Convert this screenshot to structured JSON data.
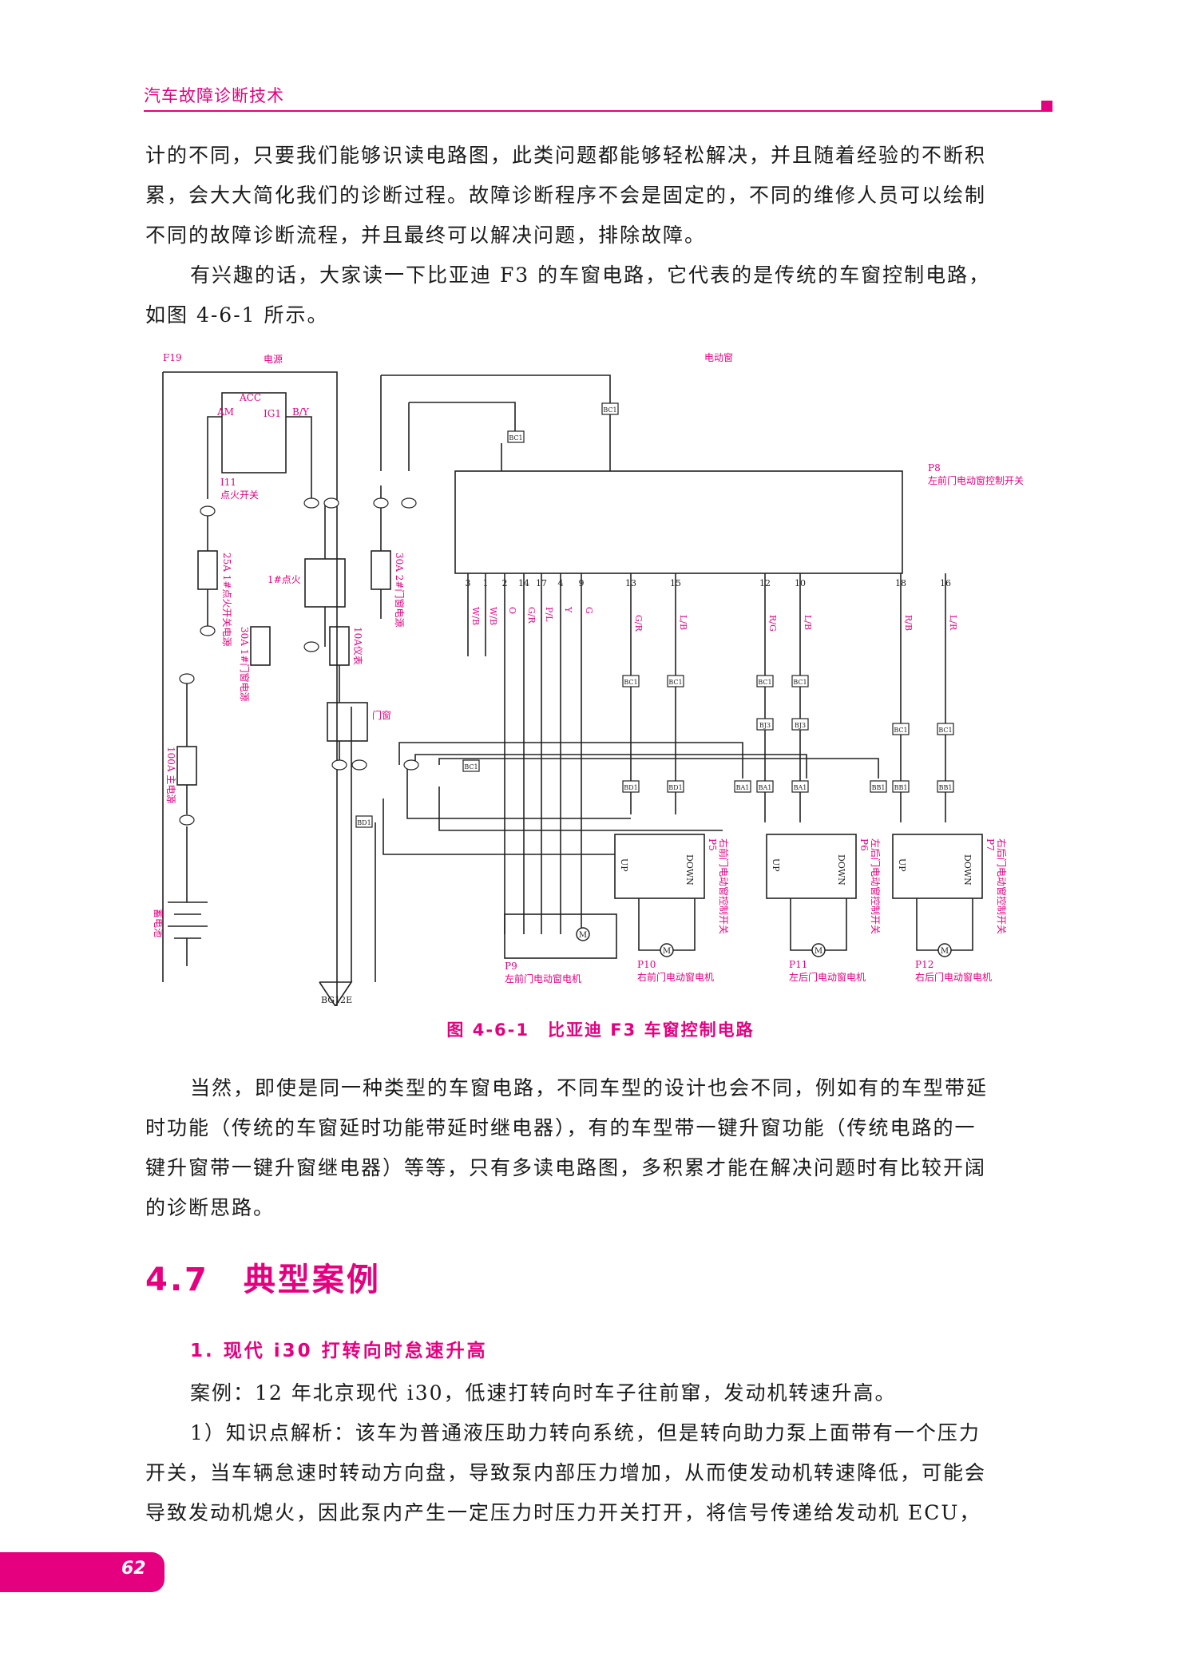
{
  "header": {
    "title": "汽车故障诊断技术"
  },
  "paragraphs": {
    "p1": [
      "计的不同，只要我们能够识读电路图，此类问题都能够轻松解决，并且随着经验的不断积",
      "累，会大大简化我们的诊断过程。故障诊断程序不会是固定的，不同的维修人员可以绘制",
      "不同的故障诊断流程，并且最终可以解决问题，排除故障。"
    ],
    "p2": [
      "有兴趣的话，大家读一下比亚迪 F3 的车窗电路，它代表的是传统的车窗控制电路，",
      "如图 4-6-1 所示。"
    ],
    "p3": [
      "当然，即使是同一种类型的车窗电路，不同车型的设计也会不同，例如有的车型带延",
      "时功能（传统的车窗延时功能带延时继电器），有的车型带一键升窗功能（传统电路的一",
      "键升窗带一键升窗继电器）等等，只有多读电路图，多积累才能在解决问题时有比较开阔",
      "的诊断思路。"
    ],
    "p4": [
      "案例：12 年北京现代 i30，低速打转向时车子往前窜，发动机转速升高。"
    ],
    "p5": [
      "1）知识点解析：该车为普通液压助力转向系统，但是转向助力泵上面带有一个压力",
      "开关，当车辆怠速时转动方向盘，导致泵内部压力增加，从而使发动机转速降低，可能会",
      "导致发动机熄火，因此泵内产生一定压力时压力开关打开，将信号传递给发动机 ECU，"
    ]
  },
  "figure": {
    "caption": "图 4-6-1　比亚迪 F3 车窗控制电路",
    "labels": {
      "f19": "F19",
      "power": "电源",
      "power_window": "电动窗",
      "i11": "I11",
      "ignition_switch": "点火开关",
      "acc": "ACC",
      "am": "AM",
      "ig1": "IG1",
      "by": "B/Y",
      "relay1": "1#点火",
      "door_window": "门窗",
      "fuse_25a": "25A 1#点火开关电源",
      "fuse_30a_2": "30A 2#门窗电源",
      "fuse_30a_1": "30A 1#门窗电源",
      "fuse_10a": "10A仪表",
      "fuse_100a": "100A 主电源",
      "battery": "蓄电池",
      "ground": "BG12E",
      "p8": "P8",
      "p8_name": "左前门电动窗控制开关",
      "p9": "P9",
      "p9_name": "左前门电动窗电机",
      "p5": "P5",
      "p5_name": "右前门电动窗控制开关",
      "p6": "P6",
      "p6_name": "左后门电动窗控制开关",
      "p7": "P7",
      "p7_name": "右后门电动窗控制开关",
      "p10": "P10",
      "p10_name": "右前门电动窗电机",
      "p11": "P11",
      "p11_name": "左后门电动窗电机",
      "p12": "P12",
      "p12_name": "右后门电动窗电机",
      "up": "UP",
      "down": "DOWN"
    },
    "p8_pins": [
      "3",
      "1",
      "2",
      "14",
      "17",
      "4",
      "9",
      "13",
      "15",
      "12",
      "10",
      "18",
      "16"
    ],
    "p8_wire_colors": [
      "W/B",
      "W/B",
      "O",
      "G/R",
      "P/L",
      "Y",
      "G",
      "G/R",
      "L/B",
      "R/G",
      "L/B",
      "R/B",
      "L/R"
    ],
    "connectors": {
      "bc1_23": "BC1",
      "bc1_24": "BC1",
      "bc1_4": "BC1",
      "bc1_8": "BC1",
      "bc1_r1": "BC1",
      "bc1_10": "BC1",
      "bj3_11": "BJ3",
      "bj3_12": "BJ3",
      "bc1_1": "BC1",
      "bc1_2": "BC1",
      "bc1_18": "BC1",
      "bd1_4": "BD1",
      "bd1_5": "BD1",
      "bd1_6": "BD1",
      "ba1_12": "BA1",
      "ba1_7": "BA1",
      "ba1_11": "BA1",
      "bb1_12": "BB1",
      "bb1_7": "BB1",
      "bb1_11": "BB1"
    }
  },
  "section": {
    "title": "4.7　典型案例"
  },
  "subsection": {
    "title": "1. 现代 i30 打转向时怠速升高"
  },
  "page": {
    "number": "62"
  },
  "colors": {
    "accent": "#e4007f"
  }
}
